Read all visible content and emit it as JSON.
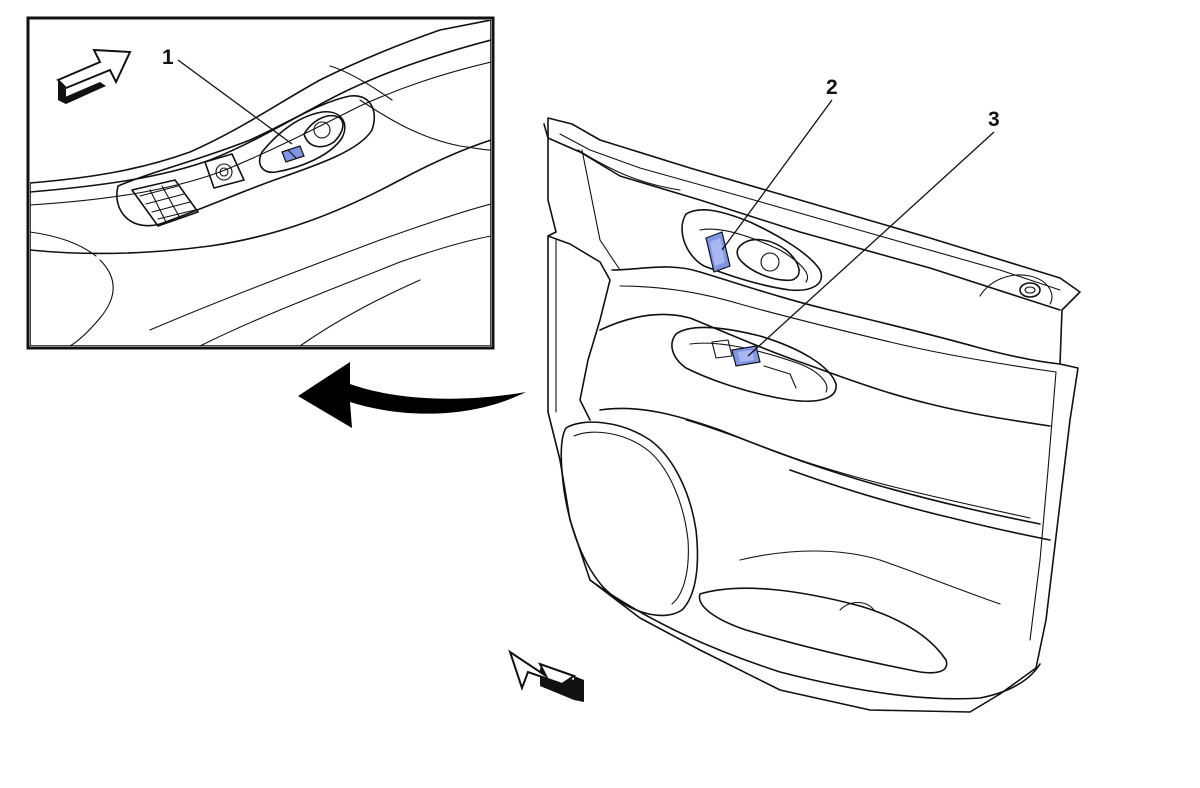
{
  "diagram": {
    "callouts": [
      {
        "id": "1",
        "label": "1"
      },
      {
        "id": "2",
        "label": "2"
      },
      {
        "id": "3",
        "label": "3"
      }
    ],
    "colors": {
      "panel_fill": "#d6d4c4",
      "panel_shade": "#c9c6b3",
      "line": "#111111",
      "highlight": "#7f96e6",
      "highlight_light": "#a9b8f0",
      "arrow": "#000000",
      "background": "#ffffff"
    },
    "icons": {
      "inset_direction_arrow": "outline-arrow-icon",
      "main_direction_arrow": "outline-arrow-icon",
      "zoom_arrow": "curved-arrow-icon"
    }
  }
}
